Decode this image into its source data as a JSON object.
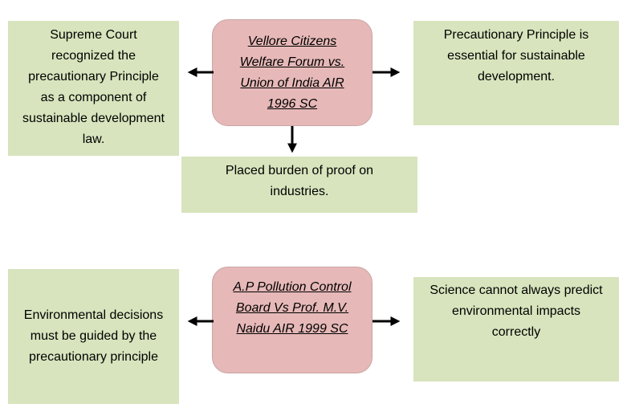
{
  "diagram": {
    "case1": {
      "title": "Vellore Citizens\nWelfare Forum vs.\nUnion of India AIR\n1996 SC",
      "left": "Supreme Court\nrecognized the\nprecautionary Principle\nas a component of\nsustainable development\nlaw.",
      "right": "Precautionary Principle is\nessential  for sustainable\ndevelopment.",
      "bottom": "Placed burden of proof on\nindustries."
    },
    "case2": {
      "title": "A.P Pollution Control\nBoard Vs Prof. M.V.\nNaidu AIR 1999 SC",
      "left": "Environmental decisions\nmust be guided by the\nprecautionary principle",
      "right": "Science cannot always predict\nenvironmental impacts\ncorrectly"
    },
    "colors": {
      "green_box": "#d7e4bd",
      "pink_box": "#e6b9b8",
      "arrow": "#000000"
    }
  }
}
